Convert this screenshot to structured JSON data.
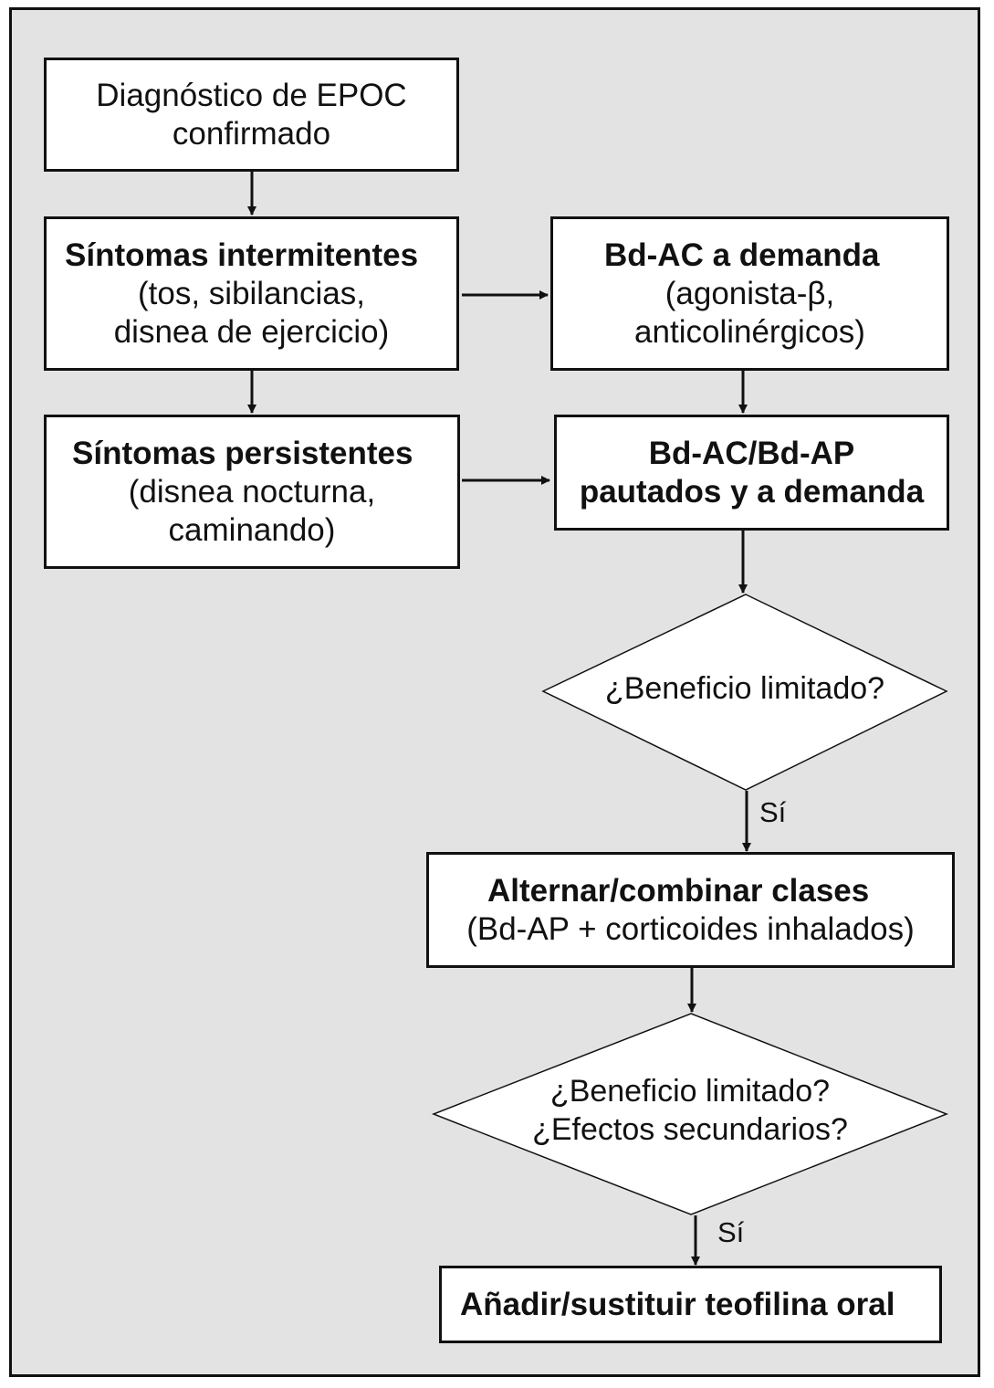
{
  "flowchart": {
    "diagnosis": {
      "line1": "Diagnóstico de EPOC",
      "line2": "confirmado"
    },
    "intermittent": {
      "title": "Síntomas intermitentes",
      "line2": "(tos, sibilancias,",
      "line3": "disnea de ejercicio)"
    },
    "persistent": {
      "title": "Síntomas persistentes",
      "line2": "(disnea nocturna,",
      "line3": "caminando)"
    },
    "bdac": {
      "title": "Bd-AC a demanda",
      "line2": "(agonista-β,",
      "line3": "anticolinérgicos)"
    },
    "bdac_bdap": {
      "line1": "Bd-AC/Bd-AP",
      "line2": "pautados y a demanda"
    },
    "decision1": {
      "question": "¿Beneficio limitado?",
      "yes_label": "Sí"
    },
    "alternate": {
      "title": "Alternar/combinar clases",
      "line2": "(Bd-AP + corticoides inhalados)"
    },
    "decision2": {
      "line1": "¿Beneficio limitado?",
      "line2": "¿Efectos secundarios?",
      "yes_label": "Sí"
    },
    "theophylline": {
      "title": "Añadir/sustituir teofilina oral"
    }
  }
}
